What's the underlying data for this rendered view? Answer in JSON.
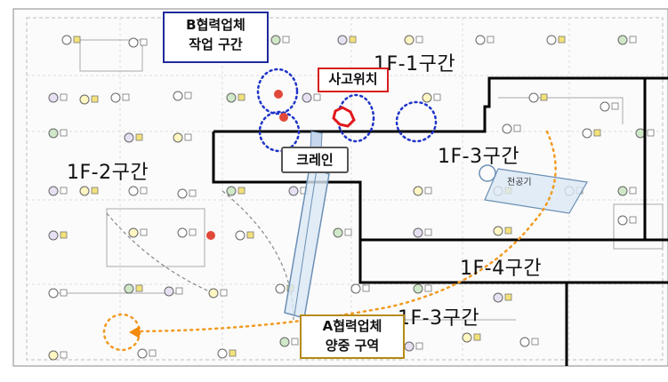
{
  "zones": {
    "z1f1": "1F-1구간",
    "z1f2": "1F-2구간",
    "z1f3a": "1F-3구간",
    "z1f4": "1F-4구간",
    "z1f3b": "1F-3구간"
  },
  "callouts": {
    "b_contractor": [
      "B협력업체",
      "작업 구간"
    ],
    "accident": "사고위치",
    "crane": "크레인",
    "a_contractor": [
      "A협력업체",
      "양중 구역"
    ],
    "equipment": "천공기"
  },
  "colors": {
    "b_box_border": "#1f2a9c",
    "accident_border": "#d81c1c",
    "a_box_border": "#b58a12",
    "crane_box_border": "#444444",
    "accident_circle": "#1f34c8",
    "crane_path": "#f29a21",
    "zone_line": "#000000"
  },
  "icons": [
    "accident-marker-icon",
    "crane-path-arrow-icon"
  ]
}
